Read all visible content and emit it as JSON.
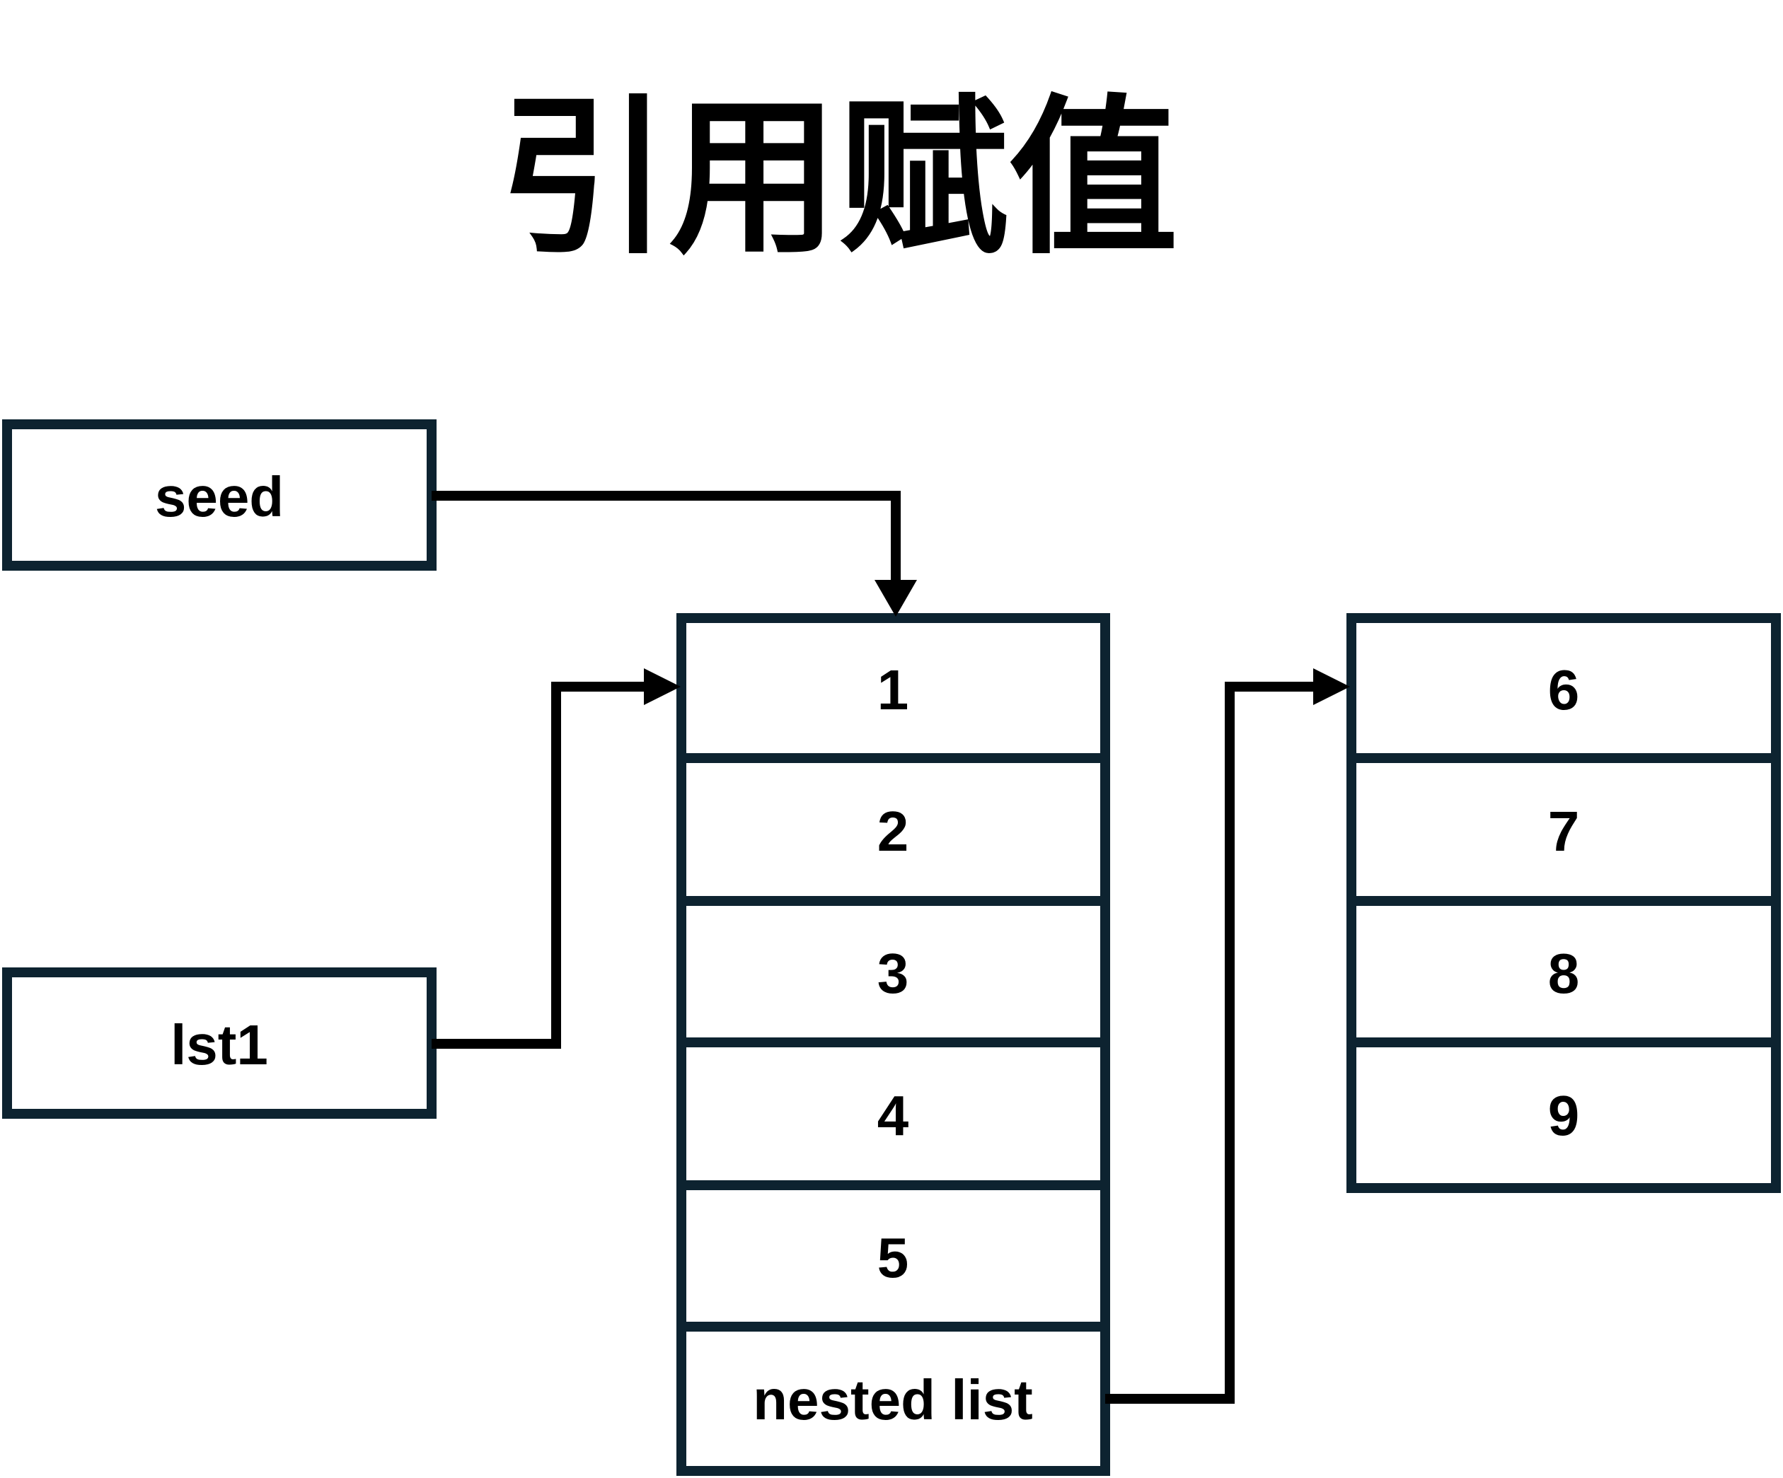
{
  "title": "引用赋值",
  "variables": [
    {
      "id": "seed",
      "label": "seed"
    },
    {
      "id": "lst1",
      "label": "lst1"
    }
  ],
  "outer_list": [
    "1",
    "2",
    "3",
    "4",
    "5",
    "nested list"
  ],
  "inner_list": [
    "6",
    "7",
    "8",
    "9"
  ],
  "colors": {
    "box_border": "#0d2330",
    "arrow": "#000000",
    "text": "#000000",
    "background": "#ffffff"
  }
}
